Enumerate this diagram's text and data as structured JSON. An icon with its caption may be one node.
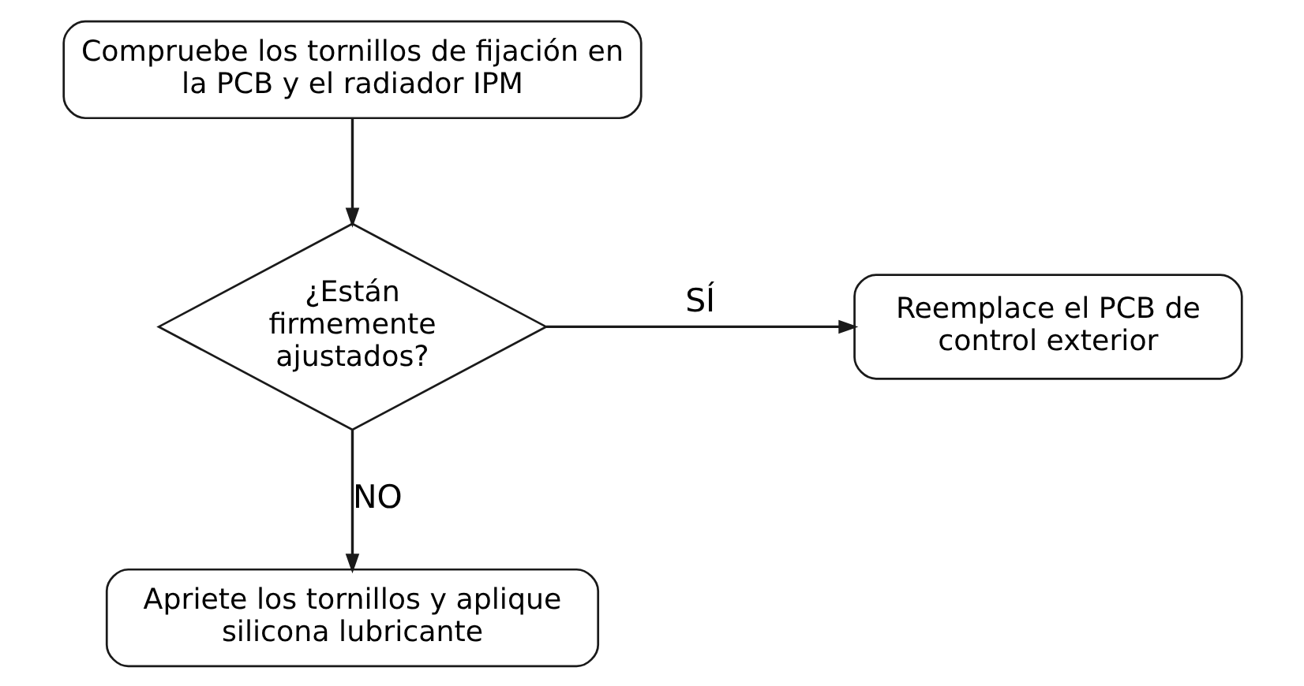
{
  "diagram": {
    "nodes": [
      {
        "text": [
          "Compruebe los tornillos de fijación en la PCB y el radiador IPM"
        ]
      },
      {
        "text": [
          "¿Están firmemente ajustados?"
        ]
      },
      {
        "text": [
          "Reemplace el PCB de control exterior"
        ]
      },
      {
        "text": [
          "Apriete los tornillos y aplique silicona lubricante"
        ]
      }
    ],
    "edges": [
      {
        "from": 0,
        "to": 1,
        "arrow": "to"
      },
      {
        "from": 1,
        "to": 2,
        "arrow": "to",
        "label": "SÍ"
      },
      {
        "from": 1,
        "to": 3,
        "arrow": "to",
        "label": "NO"
      }
    ]
  }
}
